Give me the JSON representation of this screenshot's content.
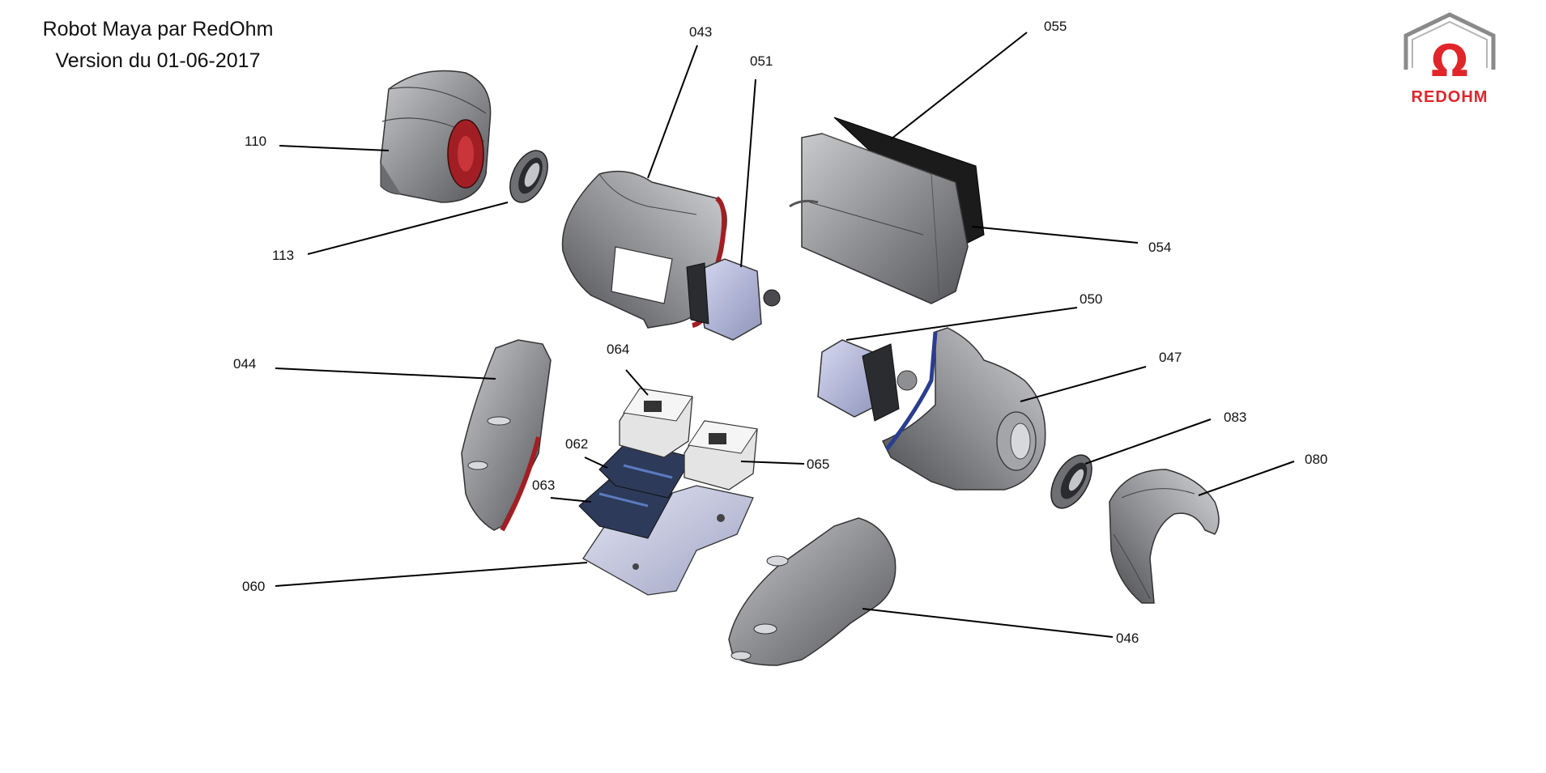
{
  "header": {
    "title": "Robot Maya par RedOhm",
    "version": "Version du 01-06-2017"
  },
  "logo": {
    "text": "REDOHM",
    "symbol": "Ω",
    "color": "#e0262b",
    "house_color": "#8a8a8a"
  },
  "colors": {
    "part_body": "#8e8f92",
    "part_dark": "#4a4b4e",
    "accent_red": "#a11f24",
    "accent_blue": "#2a3d8f",
    "motor_lilac": "#b8bde0",
    "screen_black": "#1b1b1b"
  },
  "parts": [
    {
      "id": "110",
      "label": "110"
    },
    {
      "id": "113",
      "label": "113"
    },
    {
      "id": "043",
      "label": "043"
    },
    {
      "id": "051",
      "label": "051"
    },
    {
      "id": "055",
      "label": "055"
    },
    {
      "id": "054",
      "label": "054"
    },
    {
      "id": "050",
      "label": "050"
    },
    {
      "id": "047",
      "label": "047"
    },
    {
      "id": "044",
      "label": "044"
    },
    {
      "id": "064",
      "label": "064"
    },
    {
      "id": "062",
      "label": "062"
    },
    {
      "id": "065",
      "label": "065"
    },
    {
      "id": "063",
      "label": "063"
    },
    {
      "id": "083",
      "label": "083"
    },
    {
      "id": "080",
      "label": "080"
    },
    {
      "id": "060",
      "label": "060"
    },
    {
      "id": "046",
      "label": "046"
    }
  ]
}
